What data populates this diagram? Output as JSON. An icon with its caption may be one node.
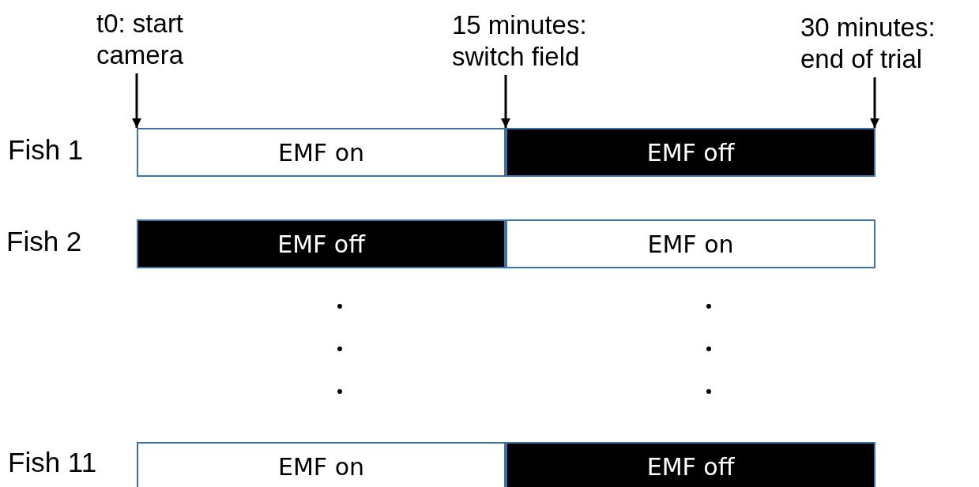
{
  "diagram": {
    "nodes": [
      {
        "text": [
          "t0: start camera"
        ]
      },
      {
        "text": [
          "15 minutes: switch field"
        ]
      },
      {
        "text": [
          "30 minutes: end of trial"
        ]
      },
      {
        "text": [
          "EMF on"
        ]
      },
      {
        "text": [
          "EMF off"
        ]
      },
      {
        "text": [
          "EMF off"
        ]
      },
      {
        "text": [
          "EMF on"
        ]
      },
      {
        "text": [
          "EMF on"
        ]
      },
      {
        "text": [
          "EMF off"
        ]
      }
    ],
    "edges": [
      {
        "from": 0,
        "to": 3,
        "arrow": "to"
      },
      {
        "from": 1,
        "to": 4,
        "arrow": "to"
      },
      {
        "from": 2,
        "to": 4,
        "arrow": "to"
      }
    ],
    "labels": [
      "Fish 1",
      "Fish 2",
      "Fish 11"
    ]
  }
}
